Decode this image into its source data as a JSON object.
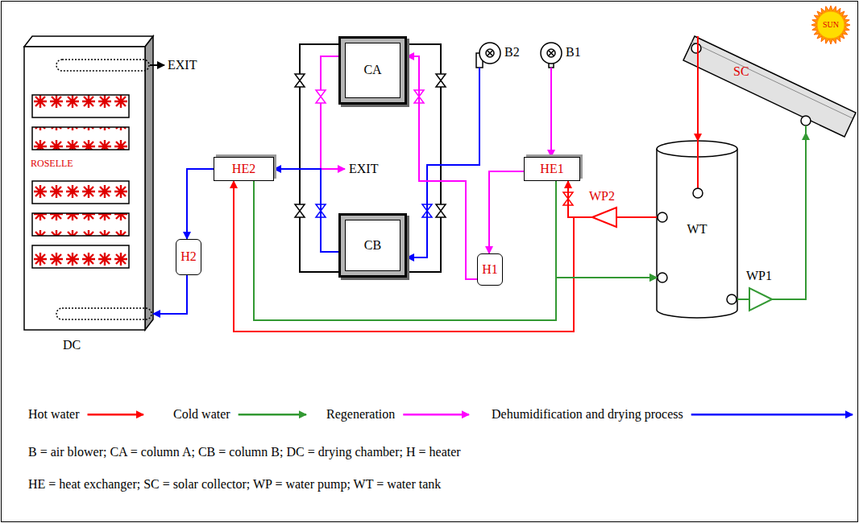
{
  "diagram": {
    "nodes": [
      {
        "text": [
          "ROSELLE",
          "DC"
        ]
      },
      {
        "text": [
          "HE2"
        ]
      },
      {
        "text": [
          "H2"
        ]
      },
      {
        "text": [
          "CA"
        ]
      },
      {
        "text": [
          "CB"
        ]
      },
      {
        "text": [
          "B2"
        ]
      },
      {
        "text": [
          "B1"
        ]
      },
      {
        "text": [
          "HE1"
        ]
      },
      {
        "text": [
          "H1"
        ]
      },
      {
        "text": [
          "WP2"
        ]
      },
      {
        "text": [
          "WT"
        ]
      },
      {
        "text": [
          "WP1"
        ]
      },
      {
        "text": [
          "SC"
        ]
      },
      {
        "text": [
          "SUN"
        ]
      }
    ],
    "edges": [
      {
        "from": 5,
        "to": 4,
        "arrow": "to"
      },
      {
        "from": 4,
        "to": 1,
        "arrow": "to"
      },
      {
        "from": 1,
        "to": 2,
        "arrow": "to"
      },
      {
        "from": 2,
        "to": 0,
        "arrow": "to"
      },
      {
        "from": 6,
        "to": 7,
        "arrow": "to"
      },
      {
        "from": 7,
        "to": 8,
        "arrow": "to"
      },
      {
        "from": 8,
        "to": 3,
        "arrow": "to"
      },
      {
        "from": 12,
        "to": 10,
        "arrow": "to"
      },
      {
        "from": 10,
        "to": 9,
        "arrow": "none"
      },
      {
        "from": 9,
        "to": 7,
        "arrow": "to"
      },
      {
        "from": 9,
        "to": 1,
        "arrow": "to"
      },
      {
        "from": 7,
        "to": 10,
        "arrow": "to"
      },
      {
        "from": 1,
        "to": 10,
        "arrow": "to"
      },
      {
        "from": 10,
        "to": 11,
        "arrow": "none"
      },
      {
        "from": 11,
        "to": 12,
        "arrow": "to"
      }
    ],
    "labels": [
      "EXIT",
      "EXIT",
      "B = air blower; CA = column A; CB = column B; DC = drying chamber; H = heater",
      "HE = heat exchanger; SC = solar collector; WP = water pump; WT = water tank"
    ],
    "legend": [
      {
        "text": "Hot water"
      },
      {
        "text": "Cold water"
      },
      {
        "text": "Regeneration"
      },
      {
        "text": "Dehumidification and drying process"
      }
    ]
  }
}
